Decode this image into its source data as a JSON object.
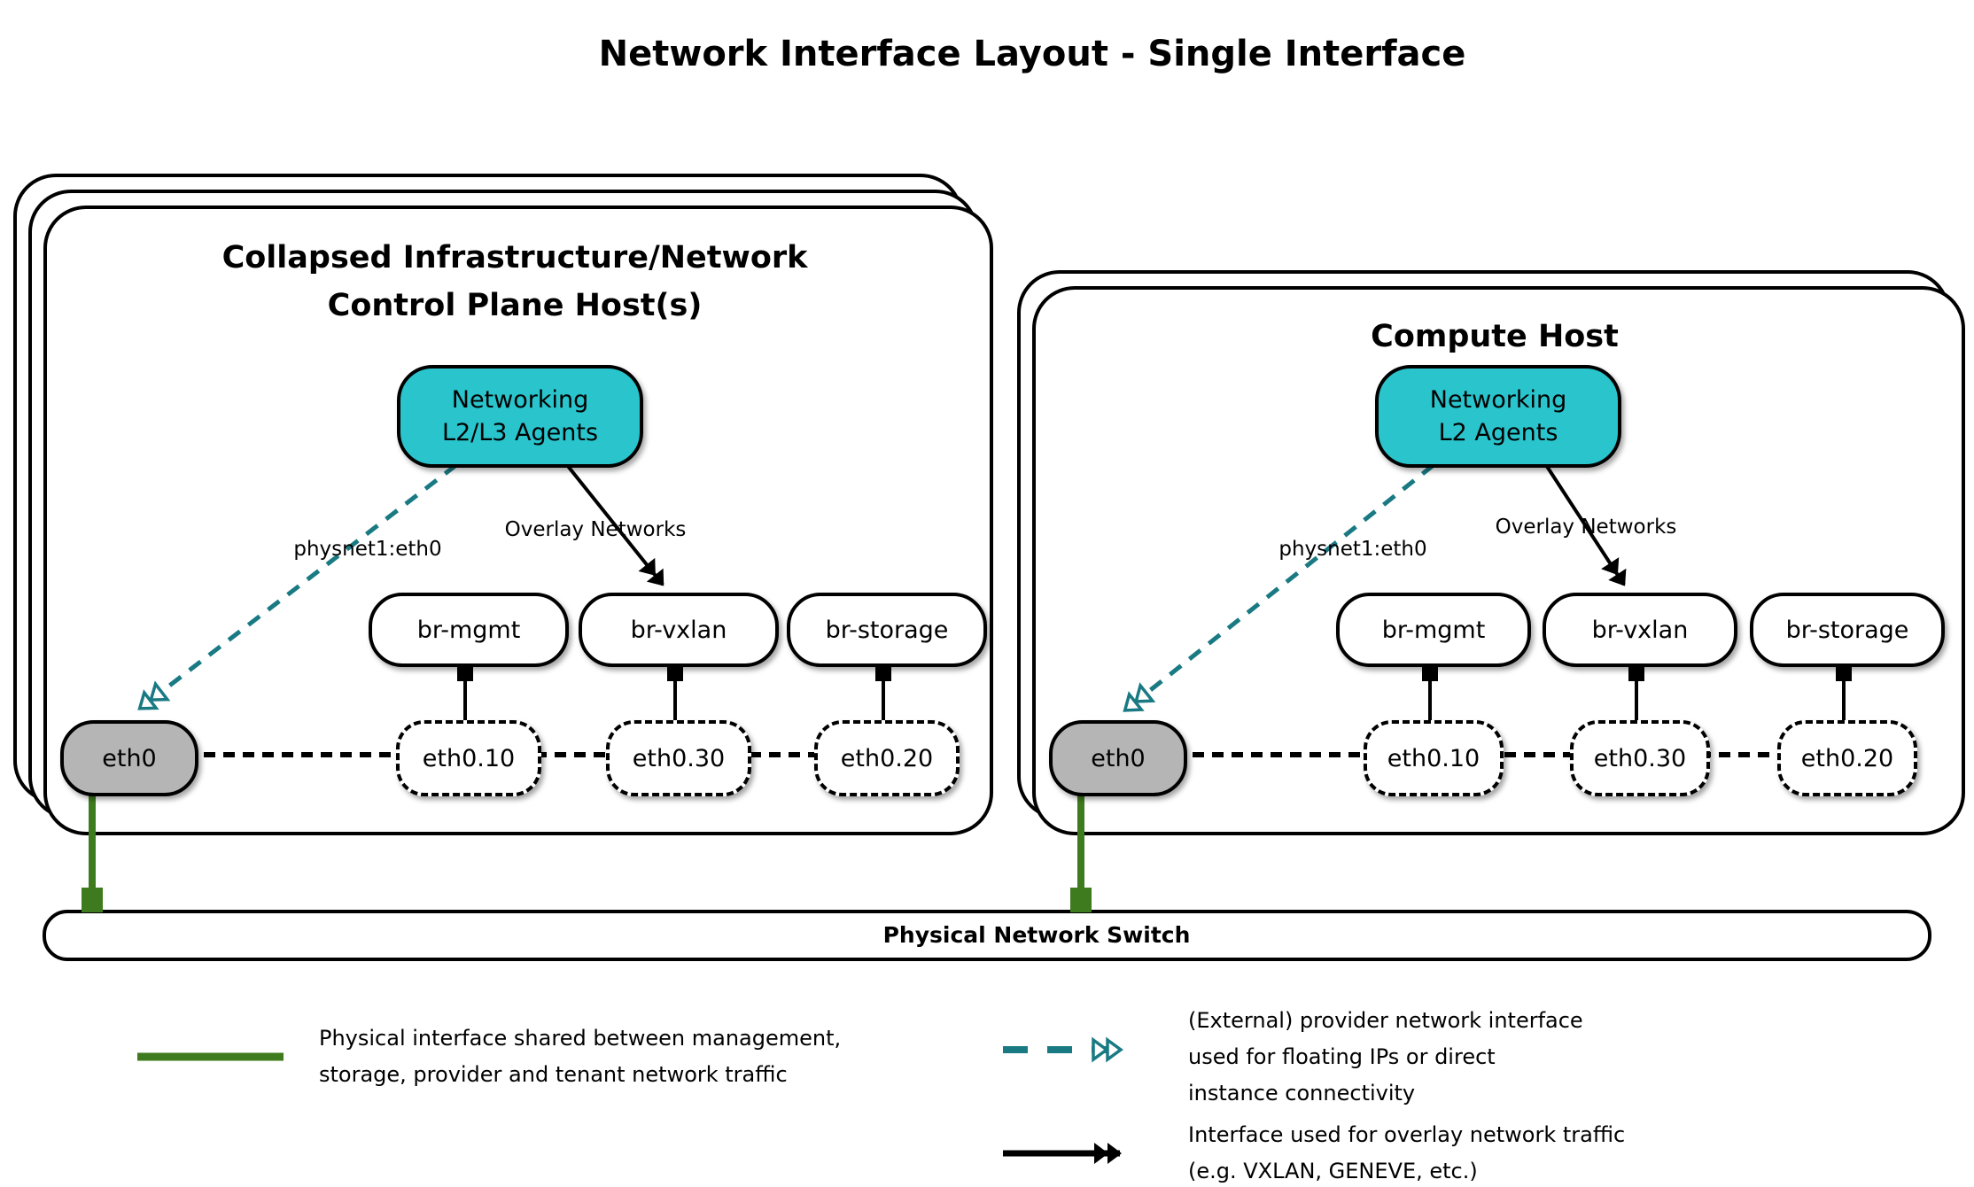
{
  "title": "Network Interface Layout - Single Interface",
  "hosts": [
    {
      "title_lines": [
        "Collapsed Infrastructure/Network",
        "Control Plane Host(s)"
      ],
      "agent_lines": [
        "Networking",
        "L2/L3 Agents"
      ],
      "provider_label": "physnet1:eth0",
      "overlay_label": "Overlay Networks",
      "bridges": [
        "br-mgmt",
        "br-vxlan",
        "br-storage"
      ],
      "interfaces": [
        "eth0",
        "eth0.10",
        "eth0.30",
        "eth0.20"
      ]
    },
    {
      "title_lines": [
        "Compute Host"
      ],
      "agent_lines": [
        "Networking",
        "L2 Agents"
      ],
      "provider_label": "physnet1:eth0",
      "overlay_label": "Overlay Networks",
      "bridges": [
        "br-mgmt",
        "br-vxlan",
        "br-storage"
      ],
      "interfaces": [
        "eth0",
        "eth0.10",
        "eth0.30",
        "eth0.20"
      ]
    }
  ],
  "switch_label": "Physical Network Switch",
  "legend": [
    {
      "key": "green-solid-line",
      "lines": [
        "Physical interface shared between management,",
        "storage, provider and tenant network traffic"
      ]
    },
    {
      "key": "teal-dashed-arrow",
      "lines": [
        "(External) provider network interface",
        "used for floating IPs or direct",
        "instance connectivity"
      ]
    },
    {
      "key": "black-solid-arrow",
      "lines": [
        "Interface used for overlay network traffic",
        "(e.g. VXLAN, GENEVE, etc.)"
      ]
    }
  ],
  "colors": {
    "teal": "#29c4cc",
    "tealdark": "#1a7a84",
    "green": "#3e7b1e",
    "gray": "#b5b5b5"
  }
}
